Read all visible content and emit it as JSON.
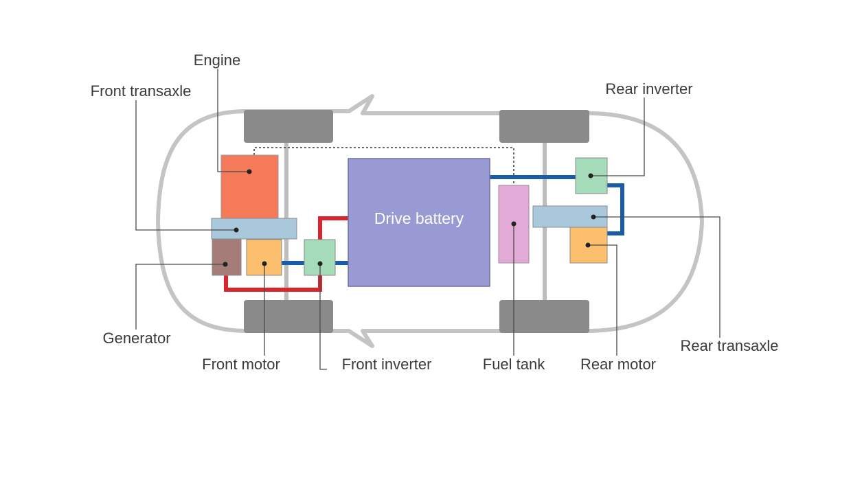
{
  "labels": {
    "engine": "Engine",
    "front_transaxle": "Front transaxle",
    "rear_inverter": "Rear inverter",
    "drive_battery": "Drive battery",
    "generator": "Generator",
    "front_motor": "Front motor",
    "front_inverter": "Front inverter",
    "fuel_tank": "Fuel tank",
    "rear_motor": "Rear motor",
    "rear_transaxle": "Rear transaxle"
  },
  "colors": {
    "engine": "#f47a5a",
    "transaxle": "#a9c8dc",
    "generator": "#a67c78",
    "motor": "#fbbf6e",
    "inverter": "#a5dbb8",
    "battery": "#9999d4",
    "fuel_tank": "#e2aad6",
    "wheel": "#8a8a8a",
    "body_outline": "#c4c4c4",
    "high_voltage_blue": "#1a5ca8",
    "high_voltage_red": "#d9252e"
  }
}
